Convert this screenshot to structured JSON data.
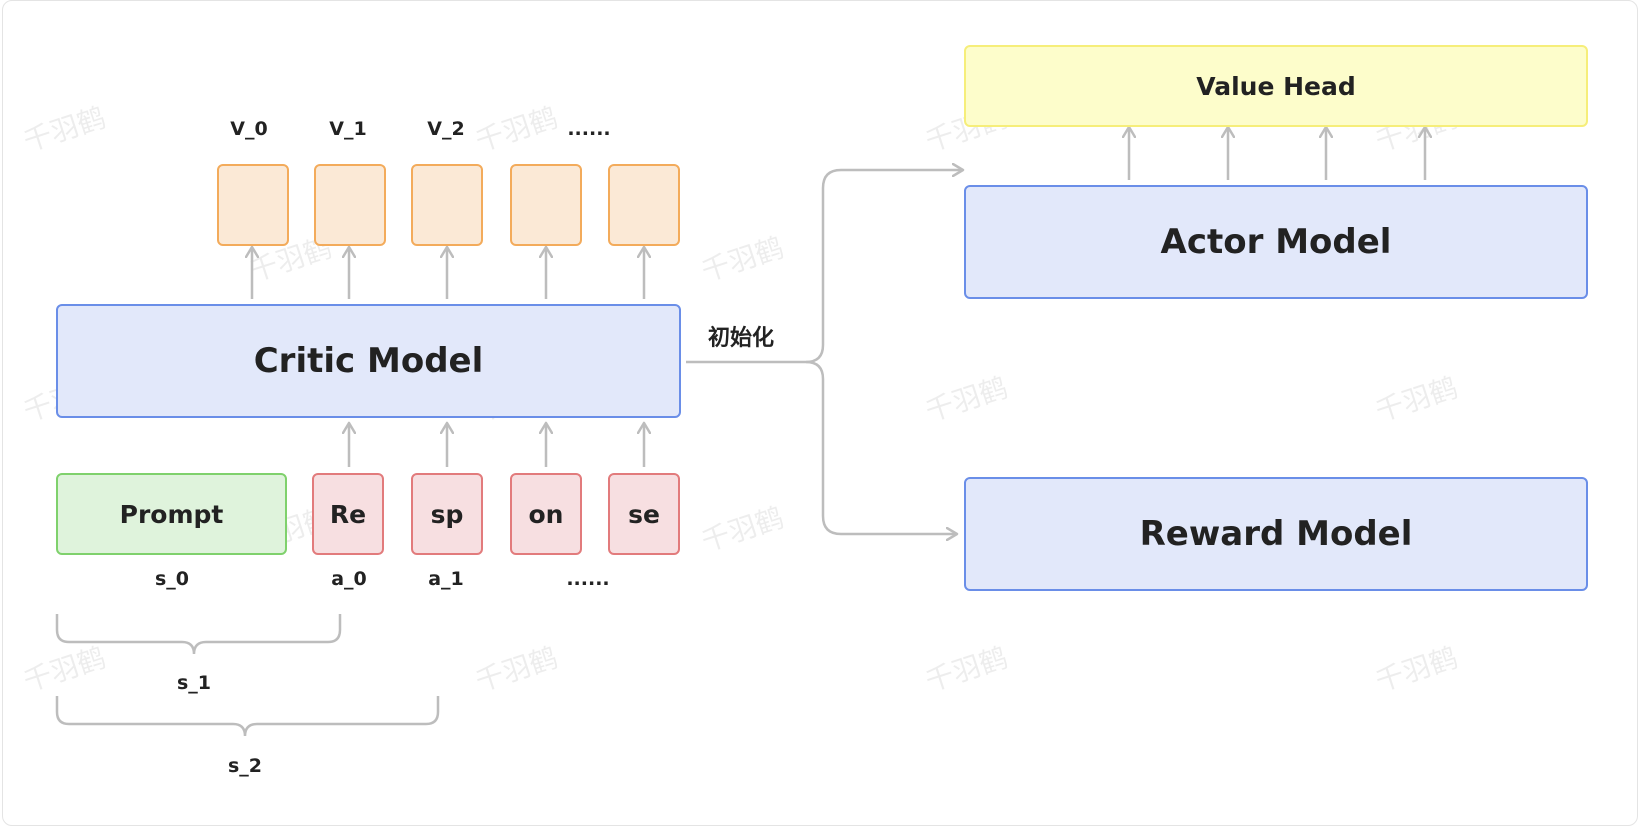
{
  "critic": {
    "label": "Critic Model"
  },
  "actor": {
    "label": "Actor Model"
  },
  "reward": {
    "label": "Reward Model"
  },
  "value_head": {
    "label": "Value Head"
  },
  "init_label": "初始化",
  "value_labels": [
    "V_0",
    "V_1",
    "V_2",
    "......"
  ],
  "prompt": {
    "label": "Prompt"
  },
  "tokens": [
    "Re",
    "sp",
    "on",
    "se"
  ],
  "input_labels": [
    "s_0",
    "a_0",
    "a_1",
    "......"
  ],
  "brace_labels": [
    "s_1",
    "s_2"
  ],
  "watermark": "千羽鹤",
  "colors": {
    "model_fill": "#e2e8fa",
    "model_border": "#6a8ee8",
    "head_fill": "#fdfdcb",
    "head_border": "#f6ee7a",
    "prompt_fill": "#dff3dc",
    "prompt_border": "#7fd16c",
    "token_fill": "#f7dfe1",
    "token_border": "#e27b7c",
    "value_fill": "#fbe9d6",
    "value_border": "#f3ab5b",
    "arrow": "#bdbdbd"
  }
}
